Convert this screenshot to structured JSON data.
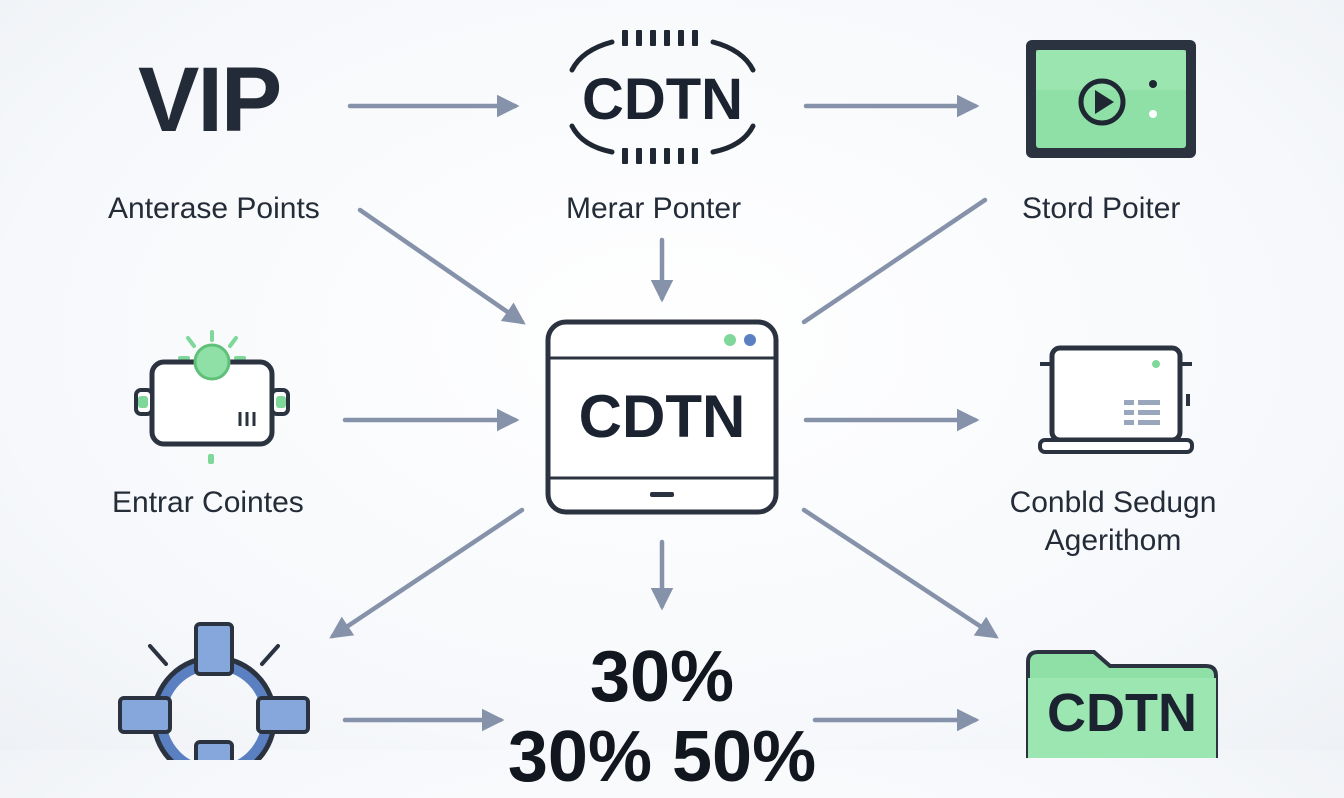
{
  "top_left": {
    "title": "VIP",
    "label": "Anterase Points"
  },
  "top_center": {
    "logo_text": "CDTN",
    "label": "Merar Ponter"
  },
  "top_right": {
    "label": "Stord Poiter"
  },
  "mid_left": {
    "label": "Entrar Cointes"
  },
  "center": {
    "logo_text": "CDTN"
  },
  "mid_right": {
    "label_line1": "Conbld Sedugn",
    "label_line2": "Agerithom"
  },
  "bottom_center": {
    "line1": "30%",
    "line2": "30% 50%"
  },
  "bottom_right": {
    "logo_text": "CDTN"
  },
  "colors": {
    "arrow": "#8592aa",
    "green": "#7fd89a",
    "green_dark": "#5fc07a",
    "blue": "#5b80c2",
    "blue_light": "#86a7db",
    "outline": "#2b3340"
  }
}
